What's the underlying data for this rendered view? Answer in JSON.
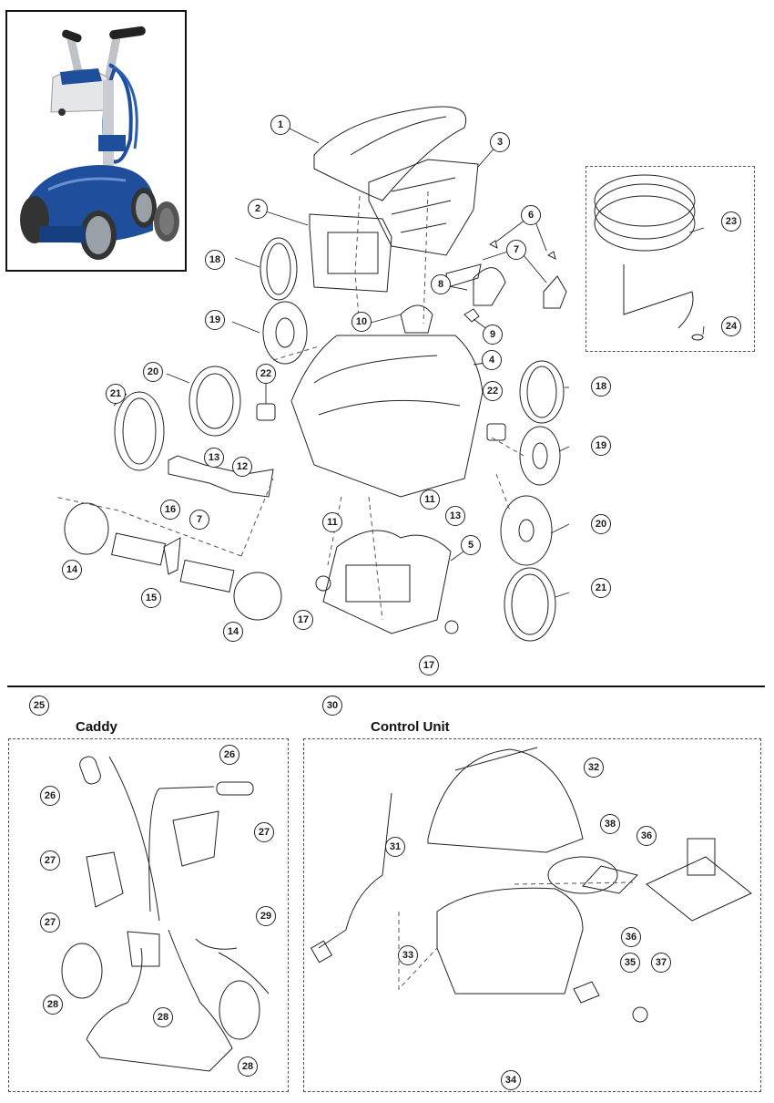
{
  "product_photo": {
    "description": "Robotic pool cleaner with caddy and control unit",
    "colors": {
      "body": "#1f4f9c",
      "wheel": "#8a8f96",
      "handle": "#222222",
      "caddy": "#c9ccd1"
    }
  },
  "main_assembly": {
    "callouts": [
      "1",
      "2",
      "3",
      "4",
      "5",
      "6",
      "6",
      "7",
      "7",
      "8",
      "9",
      "10",
      "11",
      "11",
      "11",
      "12",
      "13",
      "13",
      "14",
      "14",
      "15",
      "16",
      "17",
      "17",
      "18",
      "18",
      "19",
      "19",
      "20",
      "20",
      "21",
      "21",
      "22",
      "22"
    ]
  },
  "hose_group": {
    "callouts": [
      "23",
      "24"
    ]
  },
  "caddy": {
    "title": "Caddy",
    "group_number": "25",
    "callouts": [
      "26",
      "26",
      "27",
      "27",
      "27",
      "28",
      "28",
      "28",
      "29"
    ]
  },
  "control_unit": {
    "title": "Control Unit",
    "group_number": "30",
    "callouts": [
      "31",
      "32",
      "33",
      "34",
      "35",
      "36",
      "36",
      "37",
      "38"
    ]
  },
  "labels": {
    "c1": "1",
    "c2": "2",
    "c3": "3",
    "c4": "4",
    "c5": "5",
    "c6": "6",
    "c7a": "7",
    "c7b": "7",
    "c8": "8",
    "c9": "9",
    "c10": "10",
    "c11a": "11",
    "c11b": "11",
    "c12": "12",
    "c13a": "13",
    "c13b": "13",
    "c14a": "14",
    "c14b": "14",
    "c15": "15",
    "c16": "16",
    "c17a": "17",
    "c17b": "17",
    "c18a": "18",
    "c18b": "18",
    "c19a": "19",
    "c19b": "19",
    "c20a": "20",
    "c20b": "20",
    "c21a": "21",
    "c21b": "21",
    "c22a": "22",
    "c22b": "22",
    "c23": "23",
    "c24": "24",
    "c25": "25",
    "c26a": "26",
    "c26b": "26",
    "c27a": "27",
    "c27b": "27",
    "c27c": "27",
    "c28a": "28",
    "c28b": "28",
    "c28c": "28",
    "c29": "29",
    "c30": "30",
    "c31": "31",
    "c32": "32",
    "c33": "33",
    "c34": "34",
    "c35": "35",
    "c36a": "36",
    "c36b": "36",
    "c37": "37",
    "c38": "38"
  },
  "colors": {
    "line": "#222222",
    "dashed": "#555555",
    "robot_blue": "#1f4f9c"
  }
}
